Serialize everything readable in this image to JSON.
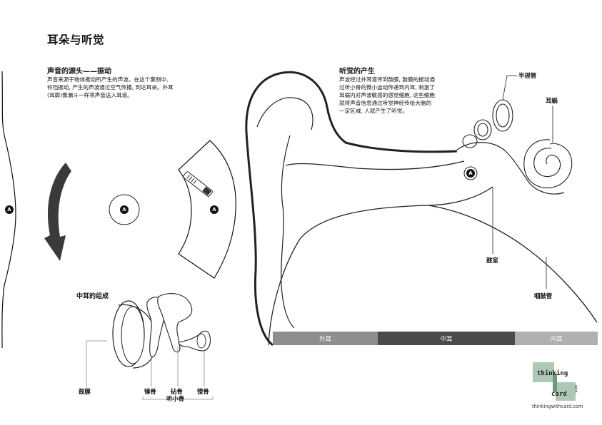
{
  "title": "耳朵与听觉",
  "sections": {
    "source": {
      "heading": "声音的源头——振动",
      "text_lines": [
        "声音来源于物体振动所产生的声波。在这个案例中,",
        "铃铛振动, 产生的声波通过空气传播, 到达耳朵。外耳",
        "(耳廓)像漏斗一样将声音送入耳道。"
      ]
    },
    "hearing": {
      "heading": "听觉的产生",
      "text_lines": [
        "声波经过外耳道传到鼓膜, 鼓膜的振动通",
        "过听小骨的微小运动传递到内耳, 刺激了",
        "耳蜗内对声波敏感的感觉细胞, 这些细胞",
        "就将声音信息通过听觉神经传给大脑的",
        "一定区域, 人就产生了听觉。"
      ]
    },
    "middle_ear": {
      "heading": "中耳的组成"
    }
  },
  "markers": {
    "a_label": "A"
  },
  "labels": {
    "semicircular_canals": "半规管",
    "cochlea": "耳蜗",
    "tympanic_cavity": "鼓室",
    "eustachian_tube": "咽鼓管",
    "eardrum": "鼓膜",
    "malleus": "锤骨",
    "incus": "砧骨",
    "ossicles": "听小骨",
    "stapes": "镫骨"
  },
  "bar": {
    "outer": "外耳",
    "middle": "中耳",
    "inner": "内耳",
    "colors": {
      "outer": "#8e8e8e",
      "middle": "#4a4a4a",
      "inner": "#b0b0b0"
    }
  },
  "logo": {
    "word1": "thinking",
    "word2": "with",
    "word3": "card",
    "url": "thinkingwithcard.com",
    "color": "#6b9a7a"
  }
}
